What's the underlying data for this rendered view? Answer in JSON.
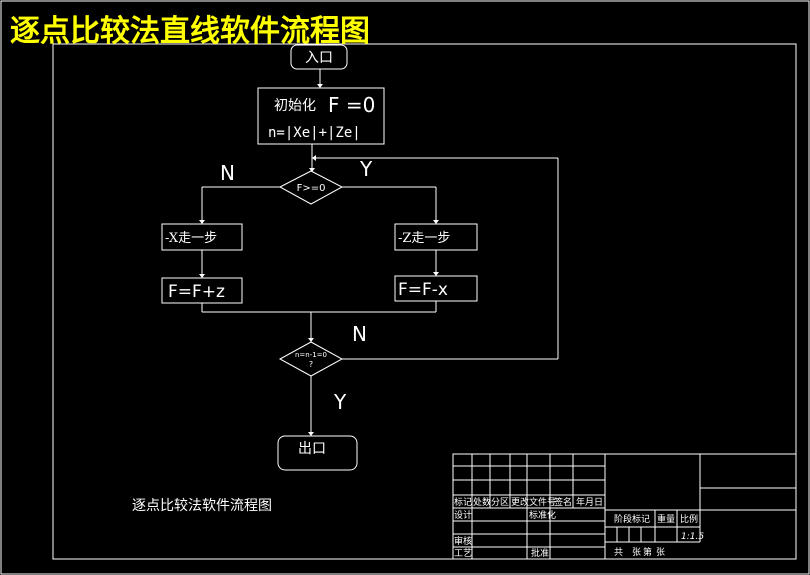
{
  "header": {
    "title": "逐点比较法直线软件流程图"
  },
  "flowchart": {
    "entry": "入口",
    "init_label": "初始化",
    "init_expr": "F =0",
    "init_formula": "n=|Xe|+|Ze|",
    "decision_f": "F>=0",
    "label_n_left": "N",
    "label_y_top": "Y",
    "step_x": "-X走一步",
    "step_z": "-Z走一步",
    "update_left": "F=F+z",
    "update_right": "F=F-x",
    "decision_n": "n=n-1=0",
    "decision_n_q": "?",
    "label_n_right": "N",
    "label_y_bottom": "Y",
    "exit": "出口"
  },
  "drawing_caption": "逐点比较法软件流程图",
  "title_block": {
    "rev_headers": [
      "标记",
      "处数",
      "分区",
      "更改文件号",
      "签名",
      "年月日"
    ],
    "design": "设计",
    "standard": "标准化",
    "audit": "审核",
    "process": "工艺",
    "approve": "批准",
    "stage_mark": "阶段标记",
    "weight": "重量",
    "scale": "比例",
    "scale_value": "1:1.5",
    "sheets_total": "共",
    "sheets_label": "张",
    "sheet_no": "第",
    "sheet_label": "张"
  },
  "colors": {
    "background": "#000000",
    "line": "#ffffff",
    "title": "#ffff00"
  }
}
